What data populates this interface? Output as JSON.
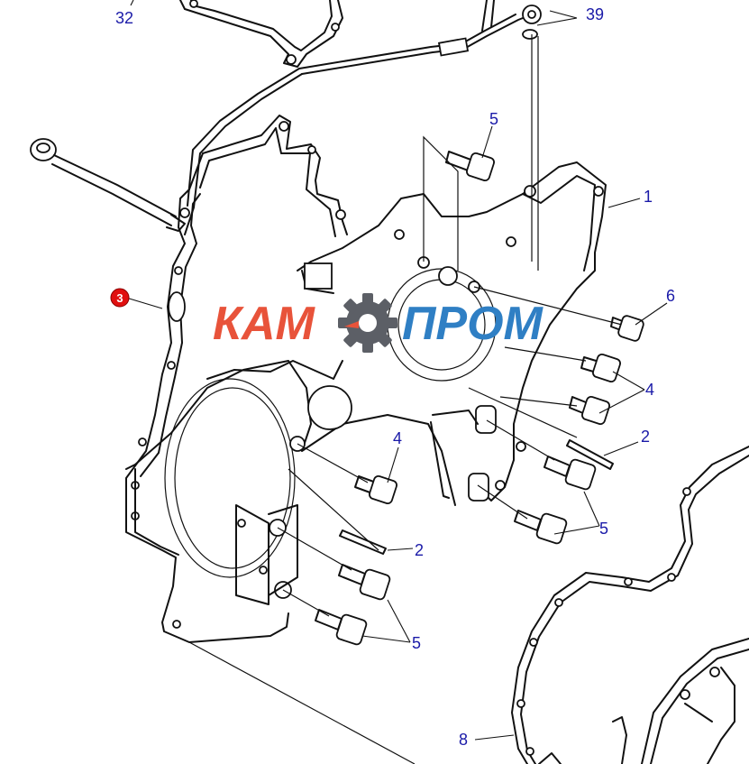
{
  "colors": {
    "callout": "#1a1aa8",
    "marker": "#e01010",
    "logo_red": "#e8533a",
    "logo_blue": "#2f7fc4",
    "gear": "#5c5f66",
    "line": "#111111"
  },
  "logo": {
    "left_word": "КАМ",
    "right_word": "ПРОМ",
    "icon": "gear-icon"
  },
  "highlighted_part": "3",
  "callouts": [
    {
      "id": "c32",
      "label": "32"
    },
    {
      "id": "c39",
      "label": "39"
    },
    {
      "id": "c5a",
      "label": "5"
    },
    {
      "id": "c1",
      "label": "1"
    },
    {
      "id": "c6",
      "label": "6"
    },
    {
      "id": "c4a",
      "label": "4"
    },
    {
      "id": "c2a",
      "label": "2"
    },
    {
      "id": "c4b",
      "label": "4"
    },
    {
      "id": "c5b",
      "label": "5"
    },
    {
      "id": "c2b",
      "label": "2"
    },
    {
      "id": "c5c",
      "label": "5"
    },
    {
      "id": "c8",
      "label": "8"
    }
  ]
}
